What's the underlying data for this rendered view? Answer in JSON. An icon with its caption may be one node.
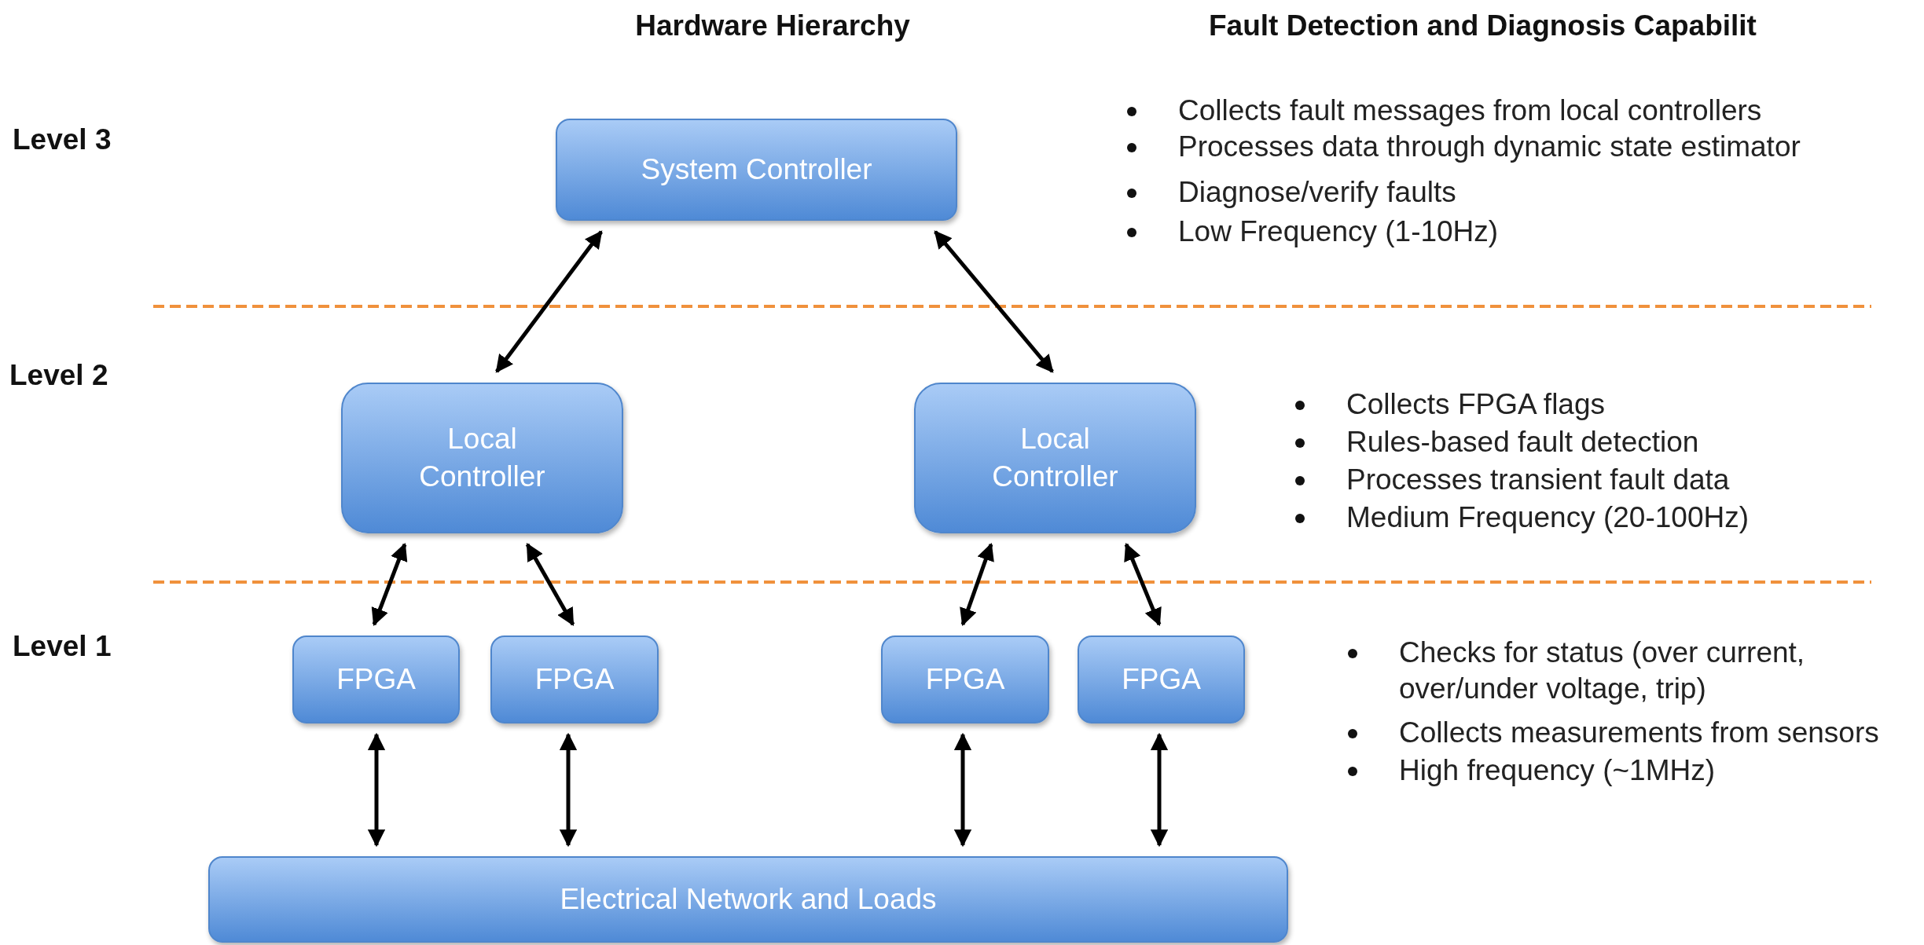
{
  "diagram": {
    "nodes": [
      {
        "text": [
          "System Controller"
        ]
      },
      {
        "text": [
          "Local Controller"
        ]
      },
      {
        "text": [
          "Local Controller"
        ]
      },
      {
        "text": [
          "FPGA"
        ]
      },
      {
        "text": [
          "FPGA"
        ]
      },
      {
        "text": [
          "FPGA"
        ]
      },
      {
        "text": [
          "FPGA"
        ]
      },
      {
        "text": [
          "Electrical Network and Loads"
        ]
      }
    ],
    "edges": [
      {
        "from": 0,
        "to": 1,
        "arrow": "both"
      },
      {
        "from": 0,
        "to": 2,
        "arrow": "both"
      },
      {
        "from": 1,
        "to": 3,
        "arrow": "both"
      },
      {
        "from": 1,
        "to": 4,
        "arrow": "both"
      },
      {
        "from": 2,
        "to": 5,
        "arrow": "both"
      },
      {
        "from": 2,
        "to": 6,
        "arrow": "both"
      },
      {
        "from": 3,
        "to": 7,
        "arrow": "both"
      },
      {
        "from": 4,
        "to": 7,
        "arrow": "both"
      },
      {
        "from": 5,
        "to": 7,
        "arrow": "both"
      },
      {
        "from": 6,
        "to": 7,
        "arrow": "both"
      }
    ],
    "labels": [
      "Hardware Hierarchy",
      "Fault Detection and Diagnosis Capabilit",
      "Level 3",
      "Collects fault messages from local controllers",
      "Processes data through dynamic state estimator",
      "Diagnose/verify faults",
      "Low Frequency (1-10Hz)",
      "Level 2",
      "Collects FPGA flags",
      "Rules-based fault detection",
      "Processes transient fault data",
      "Medium Frequency (20-100Hz)",
      "Level 1",
      "Checks for status (over current, over/under voltage, trip)",
      "Collects measurements from sensors",
      "High frequency (~1MHz)"
    ]
  }
}
